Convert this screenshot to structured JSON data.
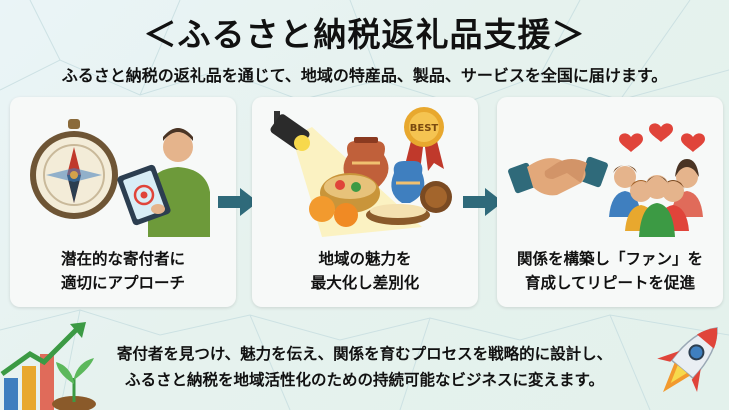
{
  "header": {
    "title": "＜ふるさと納税返礼品支援＞",
    "subtitle": "ふるさと納税の返礼品を通じて、地域の特産品、製品、サービスを全国に届けます。"
  },
  "cards": [
    {
      "line1": "潜在的な寄付者に",
      "line2": "適切にアプローチ",
      "icons": [
        "compass-icon",
        "person-with-tablet-icon"
      ]
    },
    {
      "line1": "地域の魅力を",
      "line2": "最大化し差別化",
      "icons": [
        "spotlight-icon",
        "best-badge-icon",
        "local-products-icon"
      ],
      "badge": "BEST"
    },
    {
      "line1": "関係を構築し「ファン」を",
      "line2": "育成してリピートを促進",
      "icons": [
        "handshake-icon",
        "fans-group-icon"
      ]
    }
  ],
  "footer": {
    "line1": "寄付者を見つけ、魅力を伝え、関係を育むプロセスを戦略的に設計し、",
    "line2": "ふるさと納税を地域活性化のための持続可能なビジネスに変えます。"
  },
  "colors": {
    "arrow": "#2f6a7a",
    "heart": "#e0443a",
    "accent_green": "#3c9a44"
  }
}
